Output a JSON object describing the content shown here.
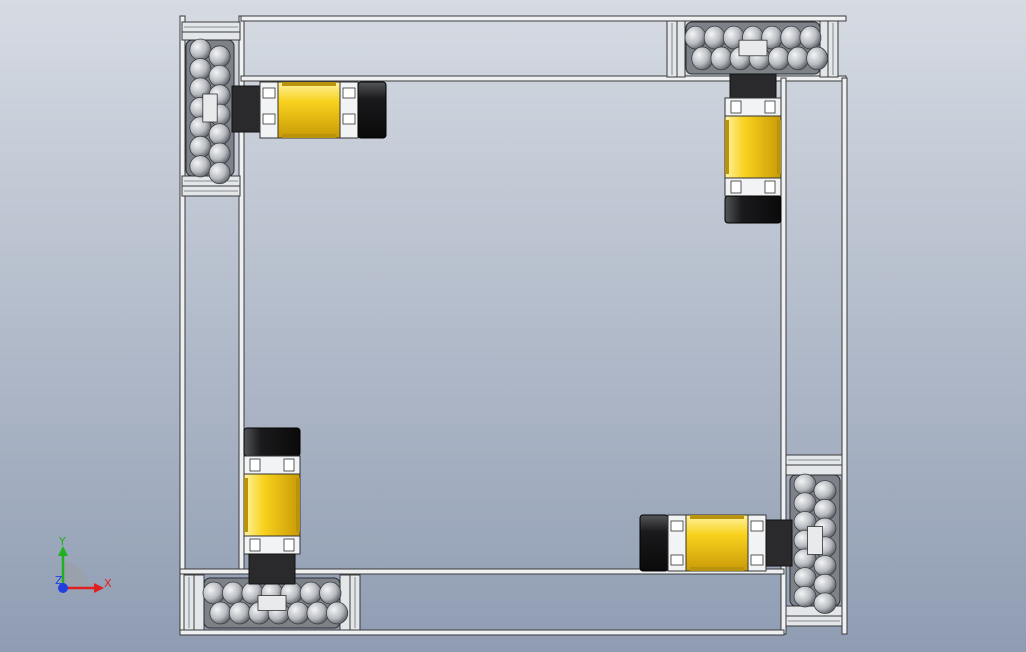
{
  "view": {
    "background_top": "#d6dbe3",
    "background_bottom": "#8f9cb2"
  },
  "colors": {
    "frame_fill": "#eef0f2",
    "frame_stroke": "#3a3a3a",
    "motor_yellow": "#f6cd1a",
    "motor_yellow_dark": "#c79a08",
    "motor_black": "#1d1d1f",
    "wheel_gray": "#b9bdc2",
    "wheel_dark": "#5c6066"
  },
  "triad": {
    "x_label": "X",
    "y_label": "Y",
    "z_label": "Z",
    "x_color": "#e02020",
    "y_color": "#20b020",
    "z_color": "#2040e0"
  },
  "assembly": {
    "icons": [
      "omni-wheel-icon",
      "gear-motor-icon",
      "aluminum-frame-icon"
    ]
  }
}
